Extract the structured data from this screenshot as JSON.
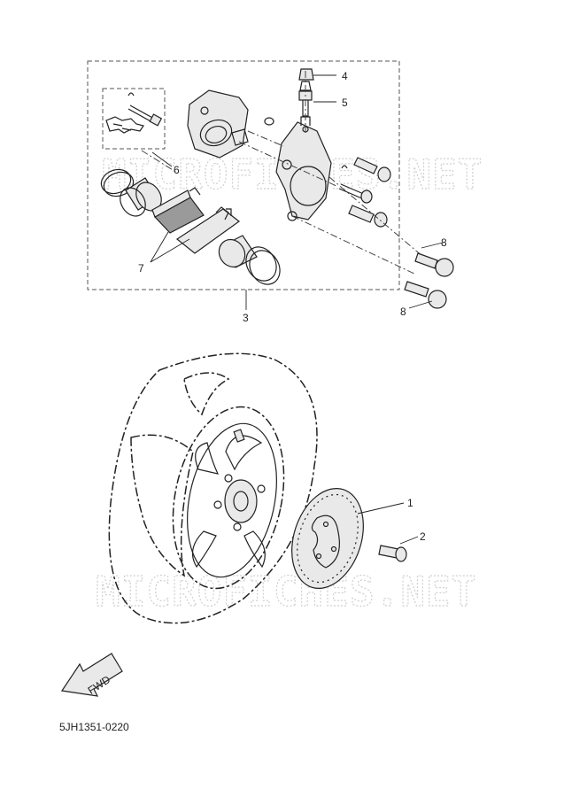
{
  "watermark_text": "MICROFICHES.NET",
  "callouts": {
    "c1": "1",
    "c2": "2",
    "c3": "3",
    "c4": "4",
    "c5": "5",
    "c6": "6",
    "c7": "7",
    "c8a": "8",
    "c8b": "8"
  },
  "fwd_label": "FWD",
  "diagram_code": "5JH1351-0220"
}
